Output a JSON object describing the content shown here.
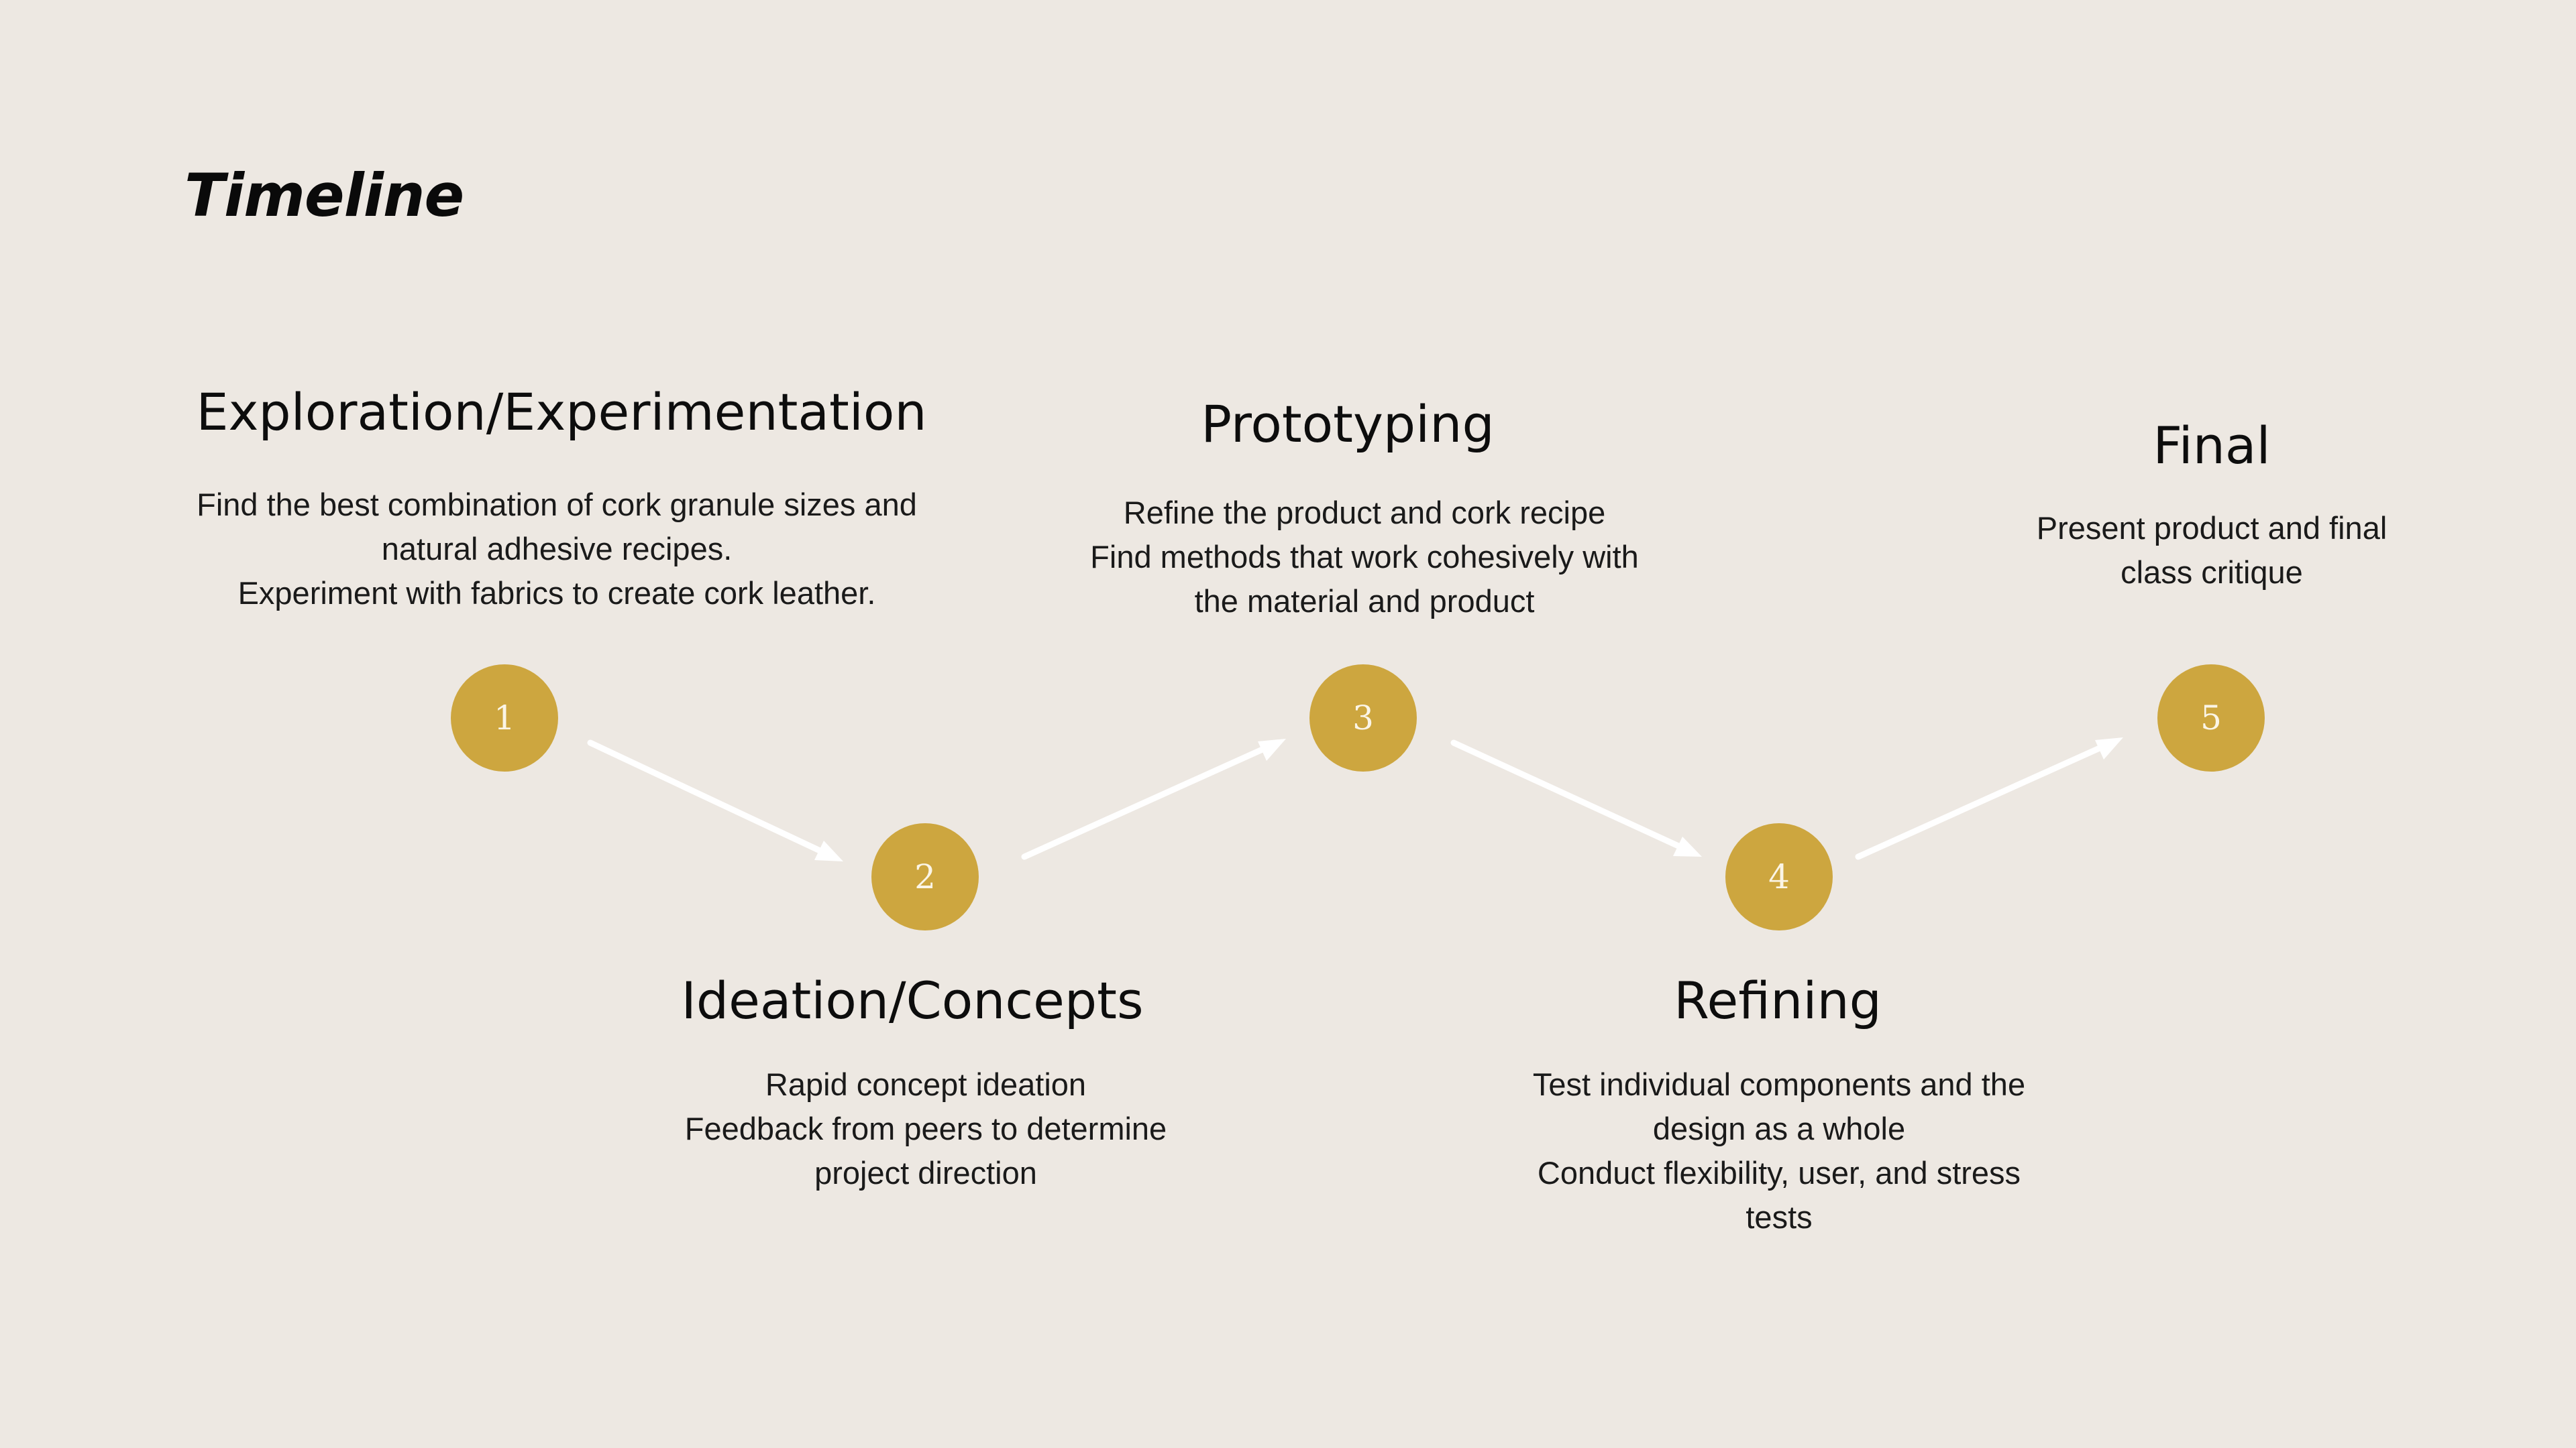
{
  "page": {
    "title": "Timeline"
  },
  "colors": {
    "background": "#ede8e2",
    "step_circle": "#cda63f",
    "step_number": "#fbf5e6",
    "arrow": "#ffffff"
  },
  "stages": [
    {
      "step": "1",
      "title": "Exploration/Experimentation",
      "description": [
        "Find the best combination of cork granule sizes and",
        "natural adhesive recipes.",
        "Experiment with fabrics to create cork leather."
      ]
    },
    {
      "step": "2",
      "title": "Ideation/Concepts",
      "description": [
        "Rapid concept ideation",
        "Feedback from peers to determine",
        "project direction"
      ]
    },
    {
      "step": "3",
      "title": "Prototyping",
      "description": [
        "Refine the product and cork recipe",
        "Find methods that work cohesively with",
        "the material and product"
      ]
    },
    {
      "step": "4",
      "title": "Refining",
      "description": [
        "Test individual components and the",
        "design as a whole",
        "Conduct flexibility, user, and stress",
        "tests"
      ]
    },
    {
      "step": "5",
      "title": "Final",
      "description": [
        "Present product and final",
        "class critique"
      ]
    }
  ],
  "connectors": [
    {
      "from": "1",
      "to": "2"
    },
    {
      "from": "2",
      "to": "3"
    },
    {
      "from": "3",
      "to": "4"
    },
    {
      "from": "4",
      "to": "5"
    }
  ]
}
